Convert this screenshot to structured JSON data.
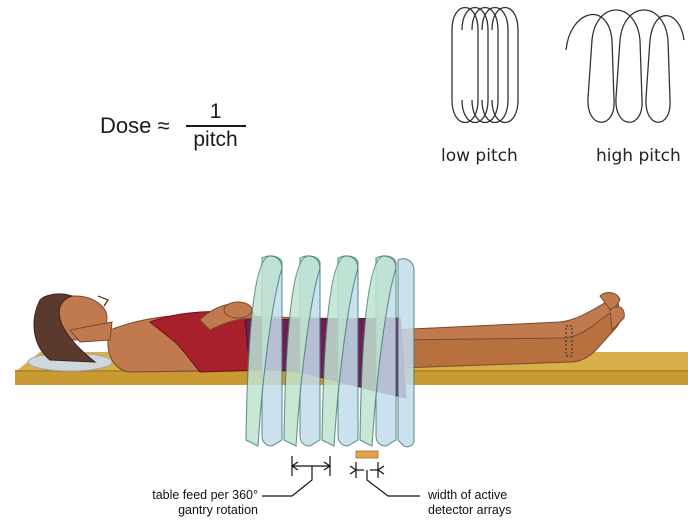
{
  "formula": {
    "lhs": "Dose ≈",
    "numerator": "1",
    "denominator": "pitch"
  },
  "helix_labels": {
    "low": "low pitch",
    "high": "high pitch"
  },
  "annotations": {
    "table_feed_line1": "table feed per 360°",
    "table_feed_line2": "gantry rotation",
    "detector_line1": "width of active",
    "detector_line2": "detector arrays"
  },
  "colors": {
    "table": "#d8b04a",
    "skin": "#c07a4e",
    "gown": "#6f1e55",
    "gown_red": "#a8202c",
    "beam_green": "#bfe3d0",
    "beam_blue": "#c3dcea",
    "detector": "#e8a04a",
    "pillow": "#cfd7dc",
    "hair": "#5a3a2e"
  }
}
